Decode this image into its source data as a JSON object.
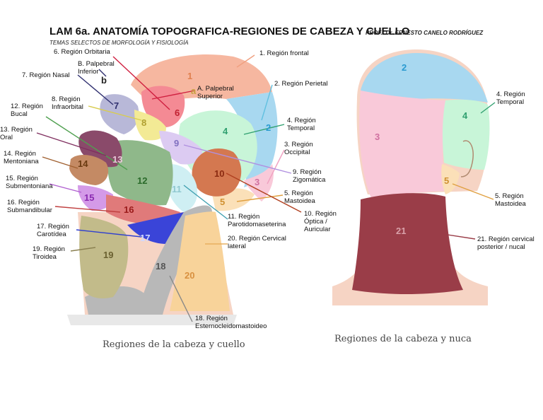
{
  "header": {
    "title": "LAM 6a. ANATOMÍA TOPOGRAFICA-REGIONES DE CABEZA Y CUELLO",
    "professor": "PROF.: Dr. ERNESTO CANELO RODRÍGUEZ",
    "subtitle": "TEMAS SELECTOS DE MORFOLOGÍA Y FISIOLOGÍA"
  },
  "captions": {
    "left": "Regiones de la cabeza y cuello",
    "right": "Regiones de la cabeza y nuca"
  },
  "left_numbers": {
    "n1": "1",
    "n2": "2",
    "n3": "3",
    "n4": "4",
    "n5": "5",
    "n6": "6",
    "n7": "7",
    "n8": "8",
    "n9": "9",
    "n10": "10",
    "n11": "11",
    "n12": "12",
    "n13": "13",
    "n14": "14",
    "n15": "15",
    "n16": "16",
    "n17": "17",
    "n18": "18",
    "n19": "19",
    "n20": "20",
    "na": "a",
    "nb": "b"
  },
  "right_numbers": {
    "n2": "2",
    "n3": "3",
    "n4": "4",
    "n5": "5",
    "n21": "21"
  },
  "labels": {
    "l1": [
      "1. Región frontal"
    ],
    "l2": [
      "2. Región Perietal"
    ],
    "l3": [
      "3. Región",
      "Occipital"
    ],
    "l4": [
      "4. Región",
      "Temporal"
    ],
    "l5": [
      "5. Región",
      "Mastoidea"
    ],
    "l6": [
      "6. Región Orbitaria"
    ],
    "l7": [
      "7. Región Nasal"
    ],
    "l8": [
      "8. Región",
      "Infraorbital"
    ],
    "l9": [
      "9. Región",
      "Zigomática"
    ],
    "l10": [
      "10. Región",
      "Óptica /",
      "Auricular"
    ],
    "l11": [
      "11. Región",
      "Parotidomaseterina"
    ],
    "l12": [
      "12. Región",
      "Bucal"
    ],
    "l13": [
      "13. Región",
      "Oral"
    ],
    "l14": [
      "14. Región",
      "Mentoniana"
    ],
    "l15": [
      "15. Región",
      "Submentoniana"
    ],
    "l16": [
      "16. Región",
      "Submandibular"
    ],
    "l17": [
      "17. Región",
      "Carotídea"
    ],
    "l18": [
      "18. Región",
      "Esternocleidomastoideo"
    ],
    "l19": [
      "19. Región",
      "Tiroidea"
    ],
    "l20": [
      "20. Región Cervical",
      "lateral"
    ],
    "lA": [
      "A. Palpebral",
      "Superior"
    ],
    "lB": [
      "B. Palpebral",
      "Inferior"
    ],
    "r4": [
      "4. Región",
      "Temporal"
    ],
    "r5": [
      "5. Región",
      "Mastoidea"
    ],
    "r21": [
      "21. Región cervical",
      "posterior / nucal"
    ]
  },
  "colors": {
    "frontal": "#f6b7a0",
    "parietal": "#a8d8f0",
    "occipital": "#f9c9d9",
    "temporal": "#c8f5d8",
    "mastoid": "#fbe0b8",
    "orbital": "#f48a94",
    "nasal": "#b8b8d8",
    "infraorbital": "#f3ea95",
    "zygomatic": "#dccbf2",
    "auricular": "#d47850",
    "parotid": "#cfeff3",
    "buccal": "#8fb88a",
    "oral": "#8a4a6a",
    "mental": "#c48a64",
    "submental": "#d49ae8",
    "submandibular": "#e07a7a",
    "carotid": "#3a44d8",
    "scm": "#b8b8b8",
    "thyroid": "#c2bb8a",
    "cervical_lateral": "#f8d39a",
    "nuchal": "#9a3d48",
    "skin": "#f6d4c4",
    "line_frontal": "#f0a080",
    "line_parietal": "#60c0e0",
    "line_temporal": "#30a070",
    "line_orbital": "#d02040",
    "line_nasal": "#303070",
    "line_oral": "#803060",
    "line_mental": "#a06030",
    "line_submental": "#b060d0",
    "line_submandibular": "#c04040",
    "line_carotid": "#3040d0",
    "line_auricular": "#b04020",
    "line_mastoid": "#e0a040",
    "line_parotid": "#40a0b0",
    "line_thyroid": "#8a8050"
  }
}
